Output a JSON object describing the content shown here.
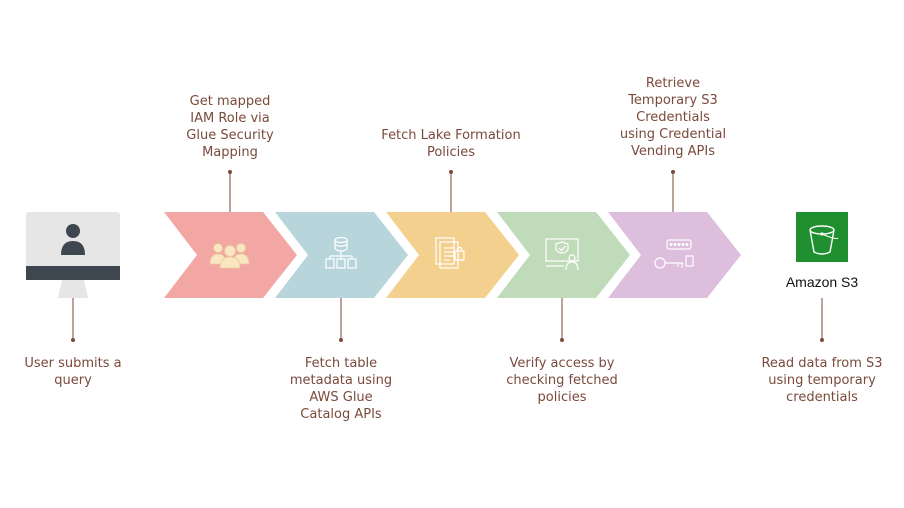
{
  "steps": [
    {
      "id": "user",
      "label": "User submits a\nquery"
    },
    {
      "id": "iam",
      "label": "Get mapped\nIAM Role via\nGlue Security\nMapping",
      "color": "#f3a7a5"
    },
    {
      "id": "glue",
      "label": "Fetch table\nmetadata using\nAWS Glue\nCatalog APIs",
      "color": "#b9d5dc"
    },
    {
      "id": "lake",
      "label": "Fetch Lake Formation\nPolicies",
      "color": "#f4d08f"
    },
    {
      "id": "verify",
      "label": "Verify access by\nchecking fetched\npolicies",
      "color": "#bfdbb9"
    },
    {
      "id": "creds",
      "label": "Retrieve\nTemporary S3\nCredentials\nusing Credential\nVending APIs",
      "color": "#ddbedc"
    },
    {
      "id": "s3",
      "label": "Read data from S3\nusing temporary\ncredentials"
    }
  ],
  "s3": {
    "name": "Amazon S3",
    "color": "#1f8f2f"
  },
  "icons": {
    "user": "computer-user-icon",
    "iam": "people-group-icon",
    "glue": "database-hierarchy-icon",
    "lake": "documents-icon",
    "verify": "shield-check-screen-icon",
    "creds": "key-password-icon",
    "s3": "s3-bucket-icon"
  },
  "colors": {
    "text": "#7a4a3a",
    "connector": "#7a4a3a"
  }
}
